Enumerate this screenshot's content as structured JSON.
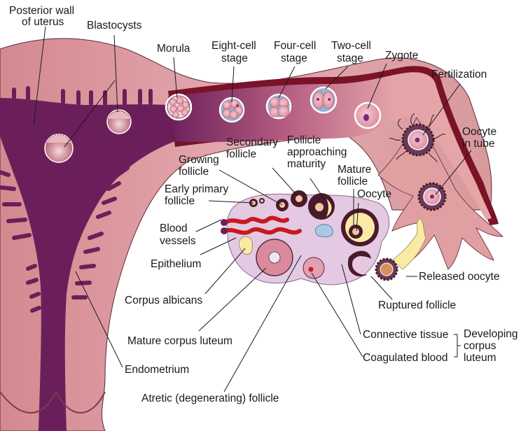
{
  "title": "Ovarian cycle, fertilization, and early embryonic development",
  "colors": {
    "uterus_wall": "#d89a9c",
    "uterus_wall_light": "#e6b3b6",
    "endometrium_cavity": "#6b1f5a",
    "tube_wall": "#7a1228",
    "tube_lumen": "#e7a7a6",
    "ovary": "#e4c9e3",
    "follicle_dark": "#4a1a2a",
    "antrum": "#fbeaa6",
    "blood": "#c8191e",
    "cell": "#f2b6c2",
    "nucleus": "#7a2a7a"
  },
  "labels": {
    "posterior_wall": [
      "Posterior wall",
      "of uterus"
    ],
    "blastocysts": [
      "Blastocysts"
    ],
    "morula": [
      "Morula"
    ],
    "eight_cell": [
      "Eight-cell",
      "stage"
    ],
    "four_cell": [
      "Four-cell",
      "stage"
    ],
    "two_cell": [
      "Two-cell",
      "stage"
    ],
    "zygote": [
      "Zygote"
    ],
    "fertilization": [
      "Fertilization"
    ],
    "oocyte_in_tube": [
      "Oocyte",
      "in tube"
    ],
    "secondary_follicle": [
      "Secondary",
      "follicle"
    ],
    "follicle_approaching": [
      "Follicle",
      "approaching",
      "maturity"
    ],
    "growing_follicle": [
      "Growing",
      "follicle"
    ],
    "mature_follicle": [
      "Mature",
      "follicle"
    ],
    "early_primary": [
      "Early primary",
      "follicle"
    ],
    "oocyte": [
      "Oocyte"
    ],
    "blood_vessels": [
      "Blood",
      "vessels"
    ],
    "epithelium": [
      "Epithelium"
    ],
    "released_oocyte": [
      "Released oocyte"
    ],
    "corpus_albicans": [
      "Corpus albicans"
    ],
    "ruptured_follicle": [
      "Ruptured follicle"
    ],
    "mature_corpus_luteum": [
      "Mature corpus luteum"
    ],
    "connective_tissue": [
      "Connective tissue"
    ],
    "coagulated_blood": [
      "Coagulated blood"
    ],
    "developing_corpus_luteum": [
      "Developing",
      "corpus",
      "luteum"
    ],
    "endometrium": [
      "Endometrium"
    ],
    "atretic_follicle": [
      "Atretic (degenerating) follicle"
    ]
  }
}
